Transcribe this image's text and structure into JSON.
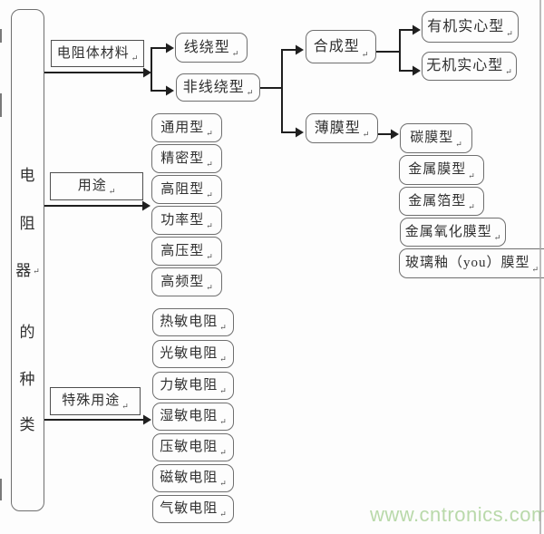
{
  "page": {
    "watermark": "www.cntronics.com",
    "watermark_color": "#b9d9aa",
    "line_color": "#1f1f1f",
    "box_border_color": "#6f6f6f"
  },
  "marks": {
    "return_mark": "↵"
  },
  "tree": {
    "root_label": "电阻器的种类",
    "root_chars": [
      "电",
      "阻",
      "器",
      "的",
      "种",
      "类"
    ],
    "material": {
      "label": "电阻体材料",
      "wirewound": "线绕型",
      "non_wirewound": "非线绕型",
      "composite": "合成型",
      "organic_solid": "有机实心型",
      "inorganic_solid": "无机实心型",
      "film": "薄膜型",
      "film_types": [
        "碳膜型",
        "金属膜型",
        "金属箔型",
        "金属氧化膜型",
        "玻璃釉（you）膜型"
      ]
    },
    "usage": {
      "label": "用途",
      "types": [
        "通用型",
        "精密型",
        "高阻型",
        "功率型",
        "高压型",
        "高频型"
      ]
    },
    "special": {
      "label": "特殊用途",
      "types": [
        "热敏电阻",
        "光敏电阻",
        "力敏电阻",
        "湿敏电阻",
        "压敏电阻",
        "磁敏电阻",
        "气敏电阻"
      ]
    }
  }
}
